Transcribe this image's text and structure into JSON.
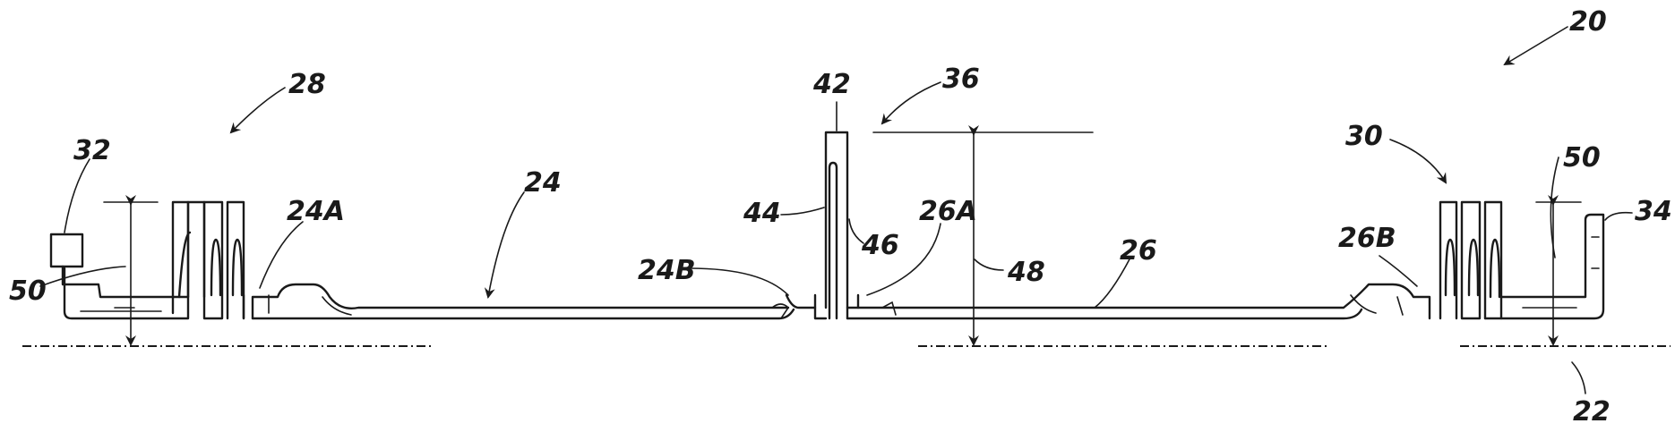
{
  "figure": {
    "labels": {
      "l20": "20",
      "l22": "22",
      "l24": "24",
      "l24A": "24A",
      "l24B": "24B",
      "l26": "26",
      "l26A": "26A",
      "l26B": "26B",
      "l28": "28",
      "l30": "30",
      "l32": "32",
      "l34": "34",
      "l36": "36",
      "l42": "42",
      "l44": "44",
      "l46": "46",
      "l48": "48",
      "l50left": "50",
      "l50right": "50"
    }
  }
}
